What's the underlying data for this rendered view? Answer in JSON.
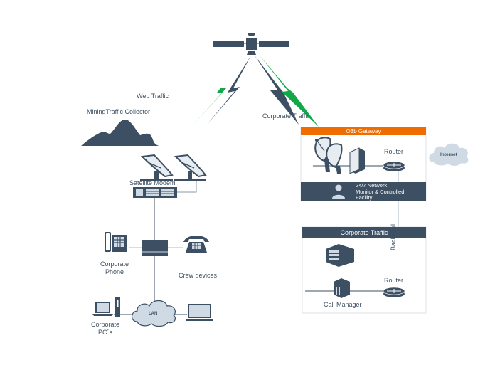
{
  "labels": {
    "web_traffic": "Web Traffic",
    "mining_traffic_collector": "MiningTraffic Collector",
    "corporate_traffic_link": "Corporate Traffic",
    "satellite_modem": "Satellite Modem",
    "o3b_gateway": "O3b Gateway",
    "router_gateway": "Router",
    "internet": "Internet",
    "noc_line1": "24/7 Network",
    "noc_line2": "Monitor & Controlled",
    "noc_line3": "Facility",
    "corporate_traffic_box": "Corporate Traffic",
    "backhaul": "Backhaul",
    "router_corporate": "Router",
    "call_manager": "Call Manager",
    "corporate_phone_line1": "Corporate",
    "corporate_phone_line2": "Phone",
    "crew_devices": "Crew devices",
    "lan": "LAN",
    "corporate_pcs_line1": "Corporate",
    "corporate_pcs_line2": "PC´s"
  },
  "colors": {
    "primary": "#3d4f63",
    "accent_orange": "#ef6c00",
    "link_green": "#12a84a",
    "cloud_fill": "#cfdae4",
    "light_gray": "#c9d1d8",
    "dish_fill": "#e7ecf0"
  }
}
